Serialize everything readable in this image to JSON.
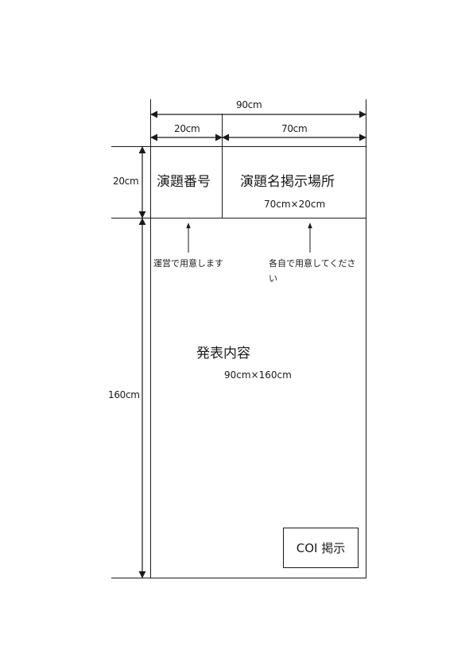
{
  "dimensions": {
    "total_width": "90cm",
    "number_width": "20cm",
    "title_width": "70cm",
    "header_height": "20cm",
    "body_height": "160cm"
  },
  "sections": {
    "number": {
      "label": "演題番号"
    },
    "title": {
      "label": "演題名掲示場所",
      "size": "70cm×20cm"
    },
    "content": {
      "label": "発表内容",
      "size": "90cm×160cm"
    },
    "coi": {
      "label": "COI 掲示"
    }
  },
  "notes": {
    "number": "運営で用意します",
    "title": "各自で用意してください"
  },
  "colors": {
    "line": "#1a1a1a",
    "background": "#ffffff"
  }
}
